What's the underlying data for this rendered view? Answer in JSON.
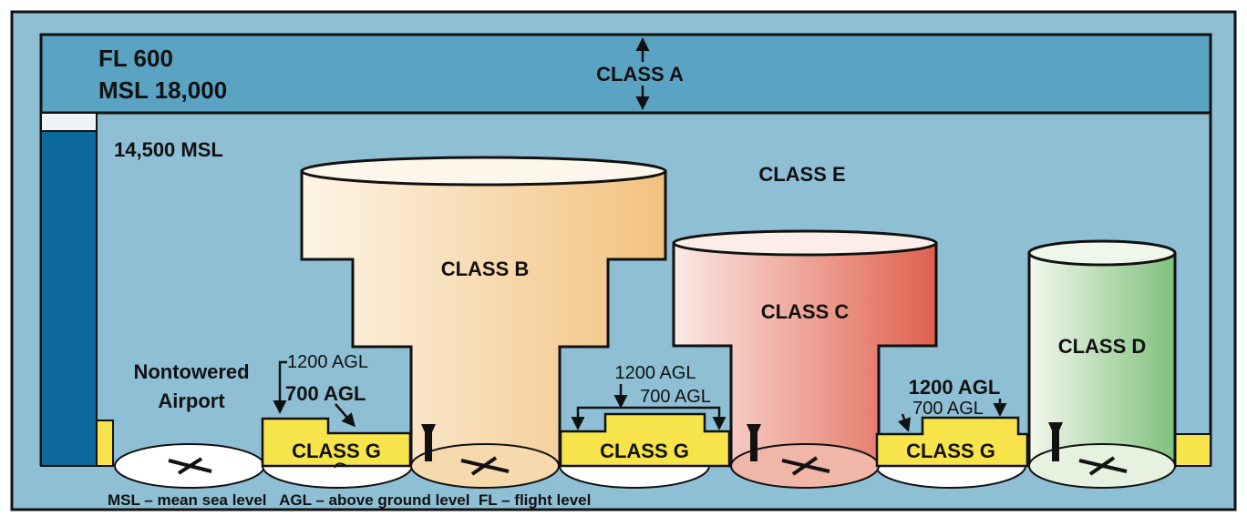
{
  "colors": {
    "sky": "#8fbfd4",
    "class_a": "#5aa3c3",
    "dark_blue": "#0d6a9c",
    "class_g": "#f6e44a",
    "border": "#111111"
  },
  "class_a": {
    "fl_label": "FL 600",
    "msl_label": "MSL 18,000",
    "name": "CLASS A"
  },
  "class_e": {
    "altitude_label": "14,500 MSL",
    "name": "CLASS E"
  },
  "class_b": {
    "name": "CLASS B"
  },
  "class_c": {
    "name": "CLASS C"
  },
  "class_d": {
    "name": "CLASS D"
  },
  "nontowered": {
    "label_line1": "Nontowered",
    "label_line2": "Airport",
    "agl_1200": "1200 AGL",
    "agl_700": "700 AGL",
    "class_g": "CLASS G"
  },
  "class_b_g": {
    "agl_1200": "1200 AGL",
    "agl_700": "700 AGL",
    "class_g": "CLASS G"
  },
  "class_c_g": {
    "agl_1200": "1200 AGL",
    "agl_700": "700 AGL",
    "class_g": "CLASS G"
  },
  "legend": {
    "msl": "MSL – mean sea level",
    "agl": "AGL – above ground level",
    "fl": "FL – flight level"
  }
}
